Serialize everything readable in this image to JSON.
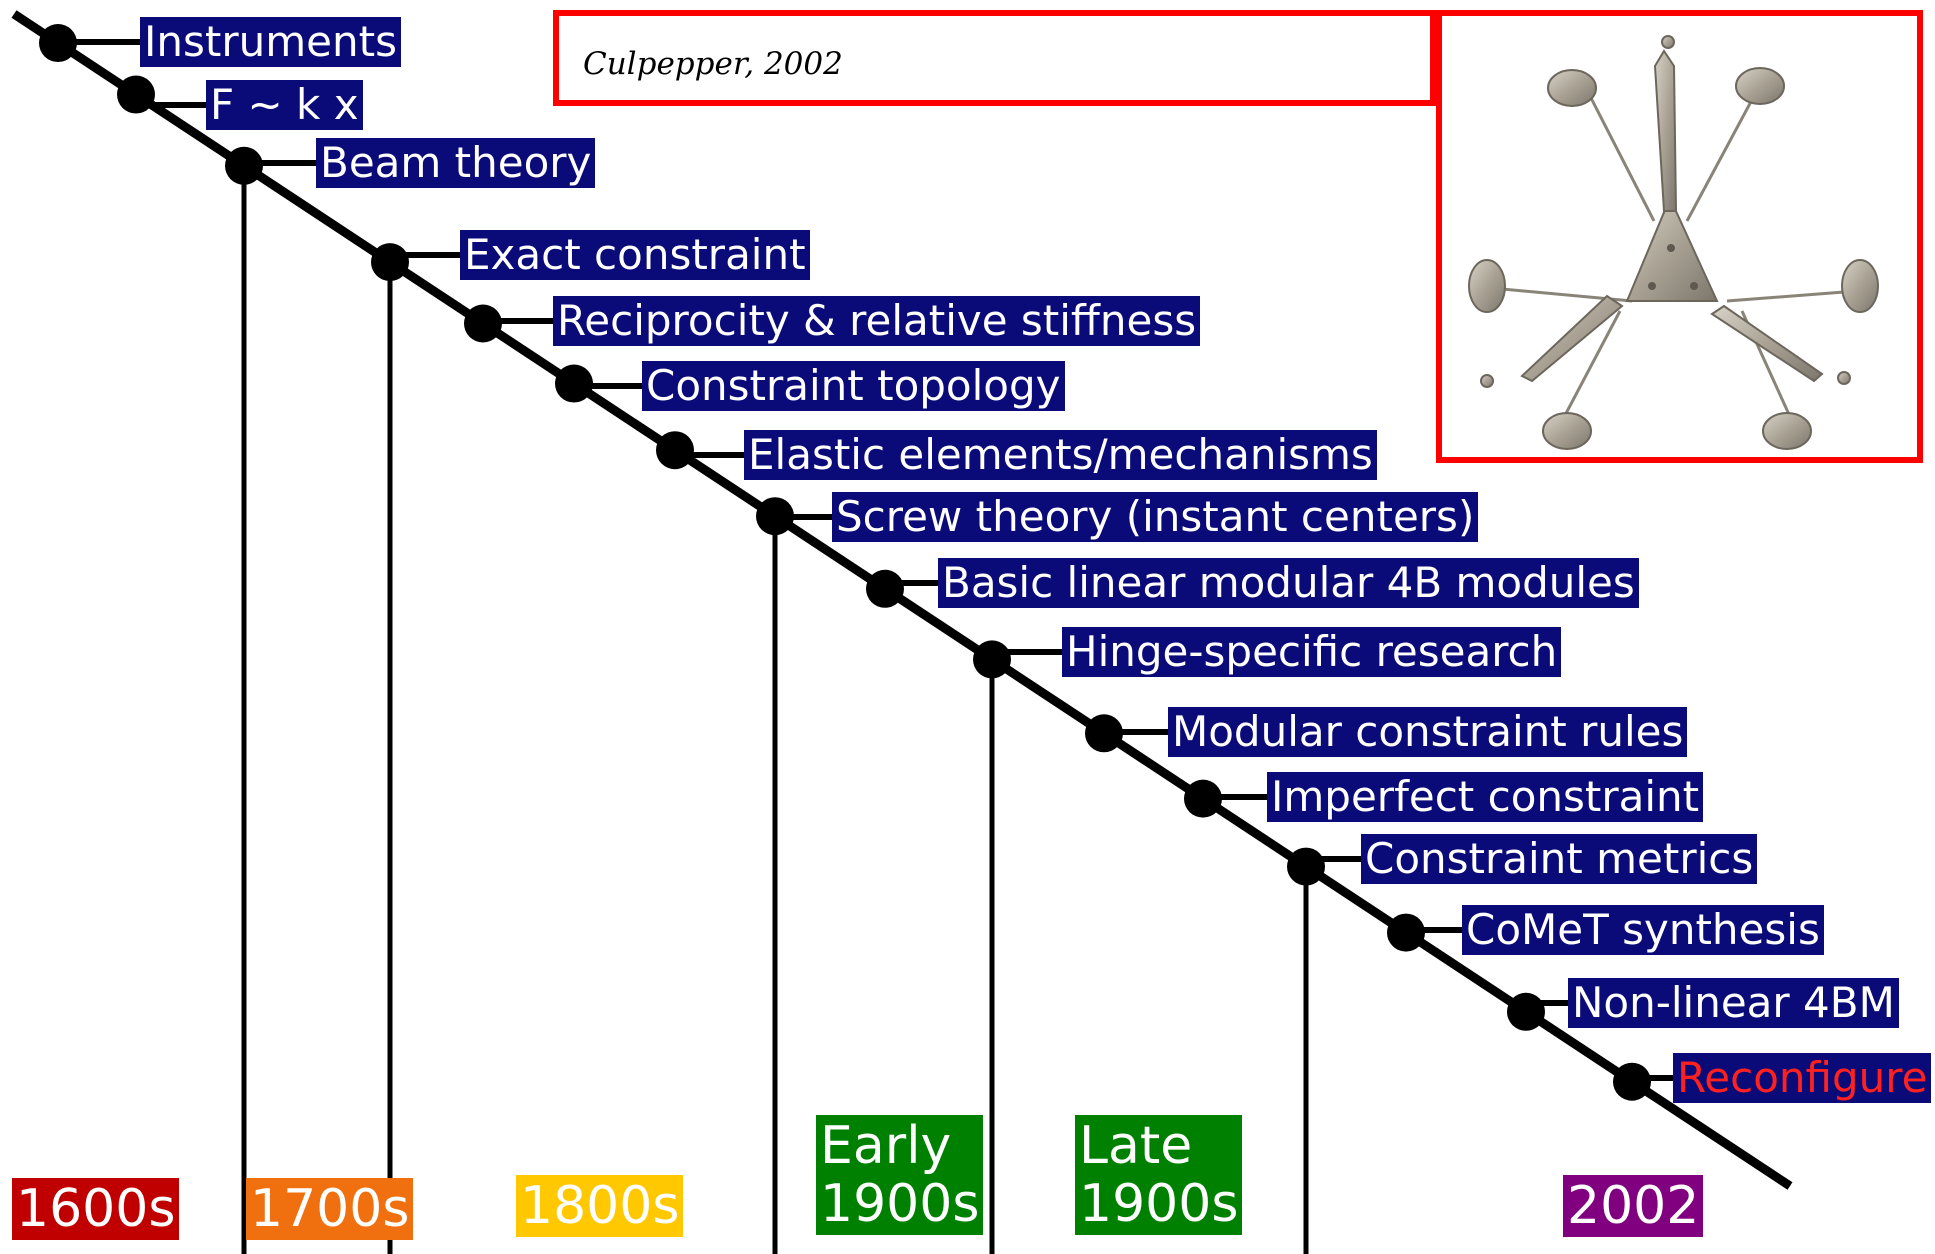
{
  "citation": "Culpepper, 2002",
  "colors": {
    "label_bg": "#0a0a78",
    "label_text": "#ffffff",
    "highlight_text": "#ff2020",
    "frame": "#ff0000"
  },
  "milestones": [
    {
      "label": "Instruments"
    },
    {
      "label": "F ~ k x"
    },
    {
      "label": "Beam theory"
    },
    {
      "label": "Exact constraint"
    },
    {
      "label": "Reciprocity & relative stiffness"
    },
    {
      "label": "Constraint topology"
    },
    {
      "label": "Elastic elements/mechanisms"
    },
    {
      "label": "Screw theory (instant centers)"
    },
    {
      "label": "Basic linear modular 4B modules"
    },
    {
      "label": "Hinge-specific research"
    },
    {
      "label": "Modular constraint rules"
    },
    {
      "label": "Imperfect constraint"
    },
    {
      "label": "Constraint metrics"
    },
    {
      "label": "CoMeT synthesis"
    },
    {
      "label": "Non-linear 4BM"
    },
    {
      "label": "Reconfigure",
      "highlight": true
    }
  ],
  "eras": [
    {
      "line1": "",
      "line2": "1600s",
      "color": "#c00000"
    },
    {
      "line1": "",
      "line2": "1700s",
      "color": "#f07010"
    },
    {
      "line1": "",
      "line2": "1800s",
      "color": "#ffc800"
    },
    {
      "line1": "Early",
      "line2": "1900s",
      "color": "#008000"
    },
    {
      "line1": "Late",
      "line2": "1900s",
      "color": "#008000"
    },
    {
      "line1": "",
      "line2": "2002",
      "color": "#800080"
    }
  ],
  "photo": {
    "icon": "compliant-mechanism-photo-icon"
  }
}
